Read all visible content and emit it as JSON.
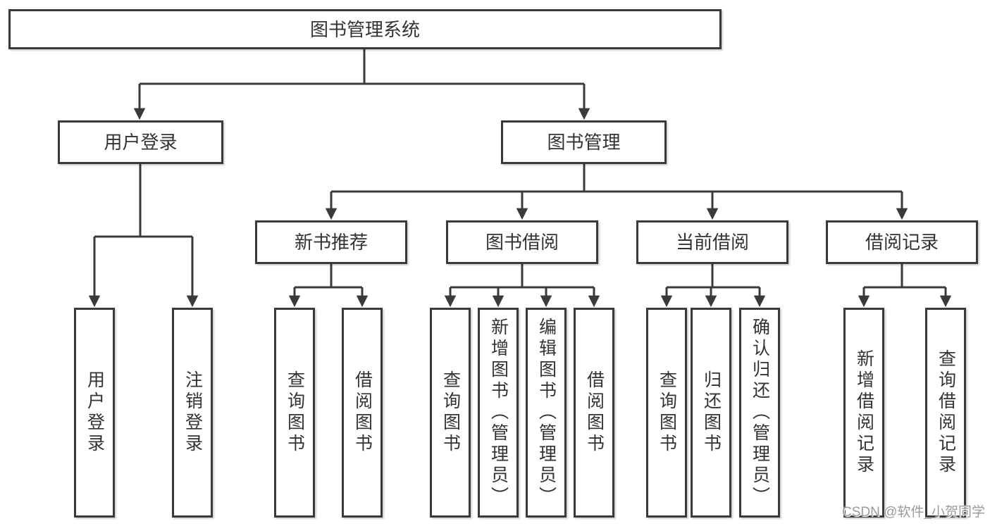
{
  "tree": {
    "root": {
      "label": "图书管理系统"
    },
    "user": {
      "label": "用户登录",
      "leaves": [
        "用户登录",
        "注销登录"
      ]
    },
    "mgmt": {
      "label": "图书管理"
    },
    "sections": [
      {
        "label": "新书推荐",
        "leaves": [
          "查询图书",
          "借阅图书"
        ]
      },
      {
        "label": "图书借阅",
        "leaves": [
          "查询图书",
          "新增图书（管理员）",
          "编辑图书（管理员）",
          "借阅图书"
        ]
      },
      {
        "label": "当前借阅",
        "leaves": [
          "查询图书",
          "归还图书",
          "确认归还（管理员）"
        ]
      },
      {
        "label": "借阅记录",
        "leaves": [
          "新增借阅记录",
          "查询借阅记录"
        ]
      }
    ]
  },
  "watermark": {
    "text": "CSDN @软件_小贺同学"
  },
  "colors": {
    "line": "#3a3a3a",
    "box_border": "#3a3a3a",
    "box_fill": "#ffffff",
    "text": "#333333",
    "watermark_text": "#9b9b9f",
    "background": "#ffffff"
  }
}
